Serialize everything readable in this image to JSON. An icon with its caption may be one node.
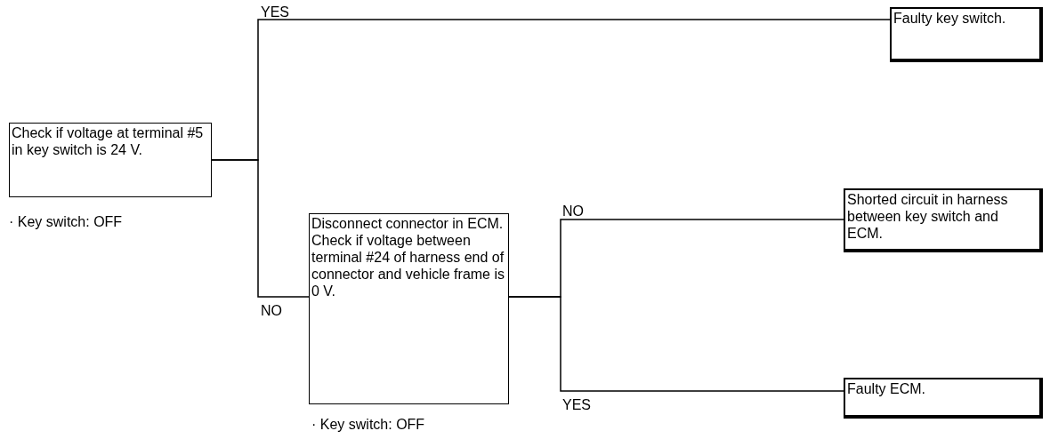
{
  "diagram": {
    "nodes": [
      {
        "text": [
          "Check if voltage at terminal #5 in key switch is 24 V."
        ],
        "beside": [
          "· Key switch: OFF"
        ]
      },
      {
        "text": [
          "Disconnect connector in ECM.",
          "Check if voltage between terminal #24 of harness end of connector and vehicle frame is 0 V."
        ],
        "beside": [
          "· Key switch: OFF"
        ]
      },
      {
        "text": [
          "Shorted circuit in harness between key switch and ECM."
        ]
      },
      {
        "text": [
          "Faulty ECM."
        ]
      },
      {
        "text": [
          "Faulty key switch."
        ]
      }
    ],
    "edges": [
      {
        "from": 0,
        "to": 4,
        "arrow": "none",
        "label": "YES"
      },
      {
        "from": 0,
        "to": 1,
        "arrow": "none",
        "label": "NO"
      },
      {
        "from": 1,
        "to": 2,
        "arrow": "none",
        "label": "NO"
      },
      {
        "from": 1,
        "to": 3,
        "arrow": "none",
        "label": "YES"
      }
    ]
  }
}
